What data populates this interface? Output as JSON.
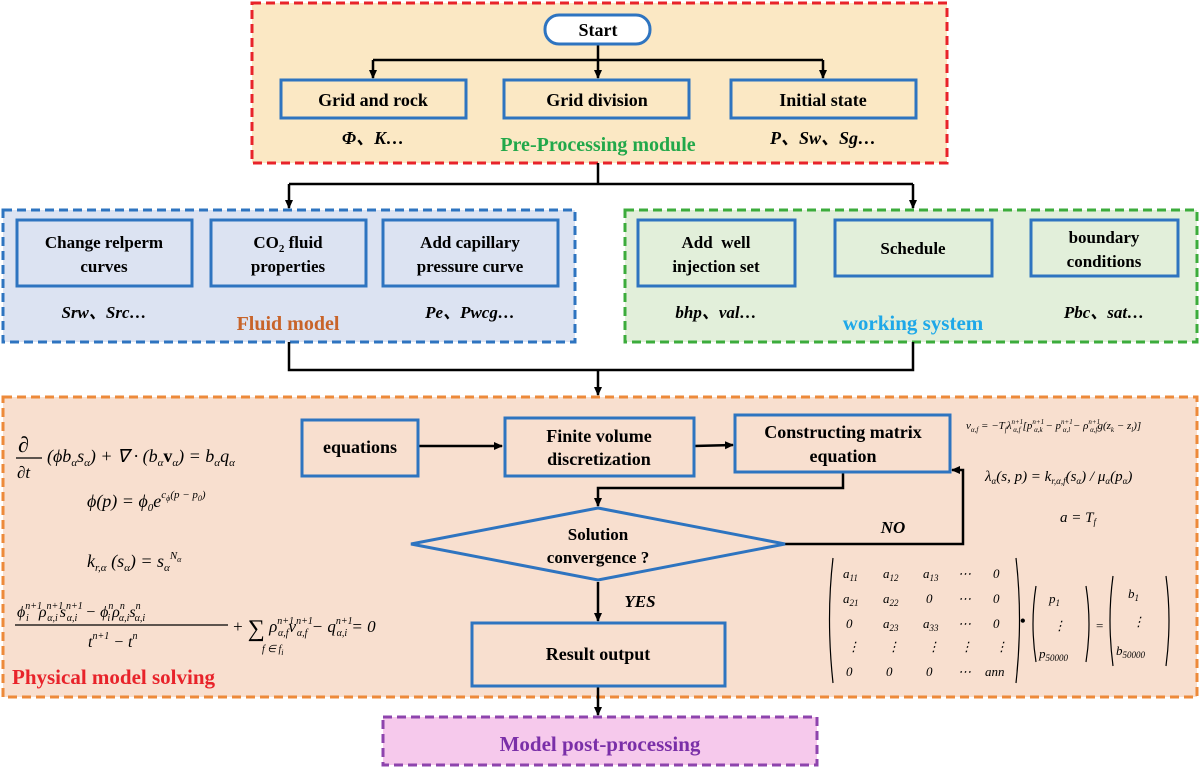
{
  "pre": {
    "start": "Start",
    "grid_rock": "Grid and rock",
    "grid_division": "Grid division",
    "initial_state": "Initial state",
    "grid_rock_params": "Φ、K…",
    "initial_params": "P、Sw、Sg…",
    "module_title": "Pre-Processing module"
  },
  "fluid": {
    "relperm_line1": "Change relperm",
    "relperm_line2": "curves",
    "co2_prefix": "CO",
    "co2_sub": "2",
    "co2_suffix": " fluid",
    "co2_line2": "properties",
    "capillary_line1": "Add capillary",
    "capillary_line2": "pressure curve",
    "relperm_params": "Srw、Src…",
    "capillary_params": "Pe、Pwcg…",
    "module_title": "Fluid model"
  },
  "working": {
    "well_line1": "Add  well",
    "well_line2": "injection set",
    "schedule": "Schedule",
    "boundary_line1": "boundary",
    "boundary_line2": "conditions",
    "well_params": "bhp、val…",
    "boundary_params": "Pbc、sat…",
    "module_title": "working system"
  },
  "solving": {
    "equations": "equations",
    "fv_line1": "Finite volume",
    "fv_line2": "discretization",
    "matrix_line1": "Constructing matrix",
    "matrix_line2": "equation",
    "conv_line1": "Solution",
    "conv_line2": "convergence ?",
    "no": "NO",
    "yes": "YES",
    "result": "Result output",
    "module_title": "Physical model solving"
  },
  "post": {
    "title": "Model post-processing"
  },
  "colors": {
    "pre_border": "#e8232a",
    "pre_fill": "#fbe8c4",
    "fluid_border": "#2e74c0",
    "fluid_fill": "#dce3f2",
    "working_border": "#3cac3c",
    "working_fill": "#e2efda",
    "solving_border": "#ed8a3a",
    "solving_fill": "#f8dfcf",
    "post_border": "#8e44ad",
    "post_fill": "#f6c9ec",
    "box_border": "#2e74c0",
    "pre_title": "#22a84a",
    "fluid_title": "#c8642a",
    "working_title": "#1ea8e8",
    "solving_title": "#e8232a",
    "post_title": "#7a2fa8"
  }
}
